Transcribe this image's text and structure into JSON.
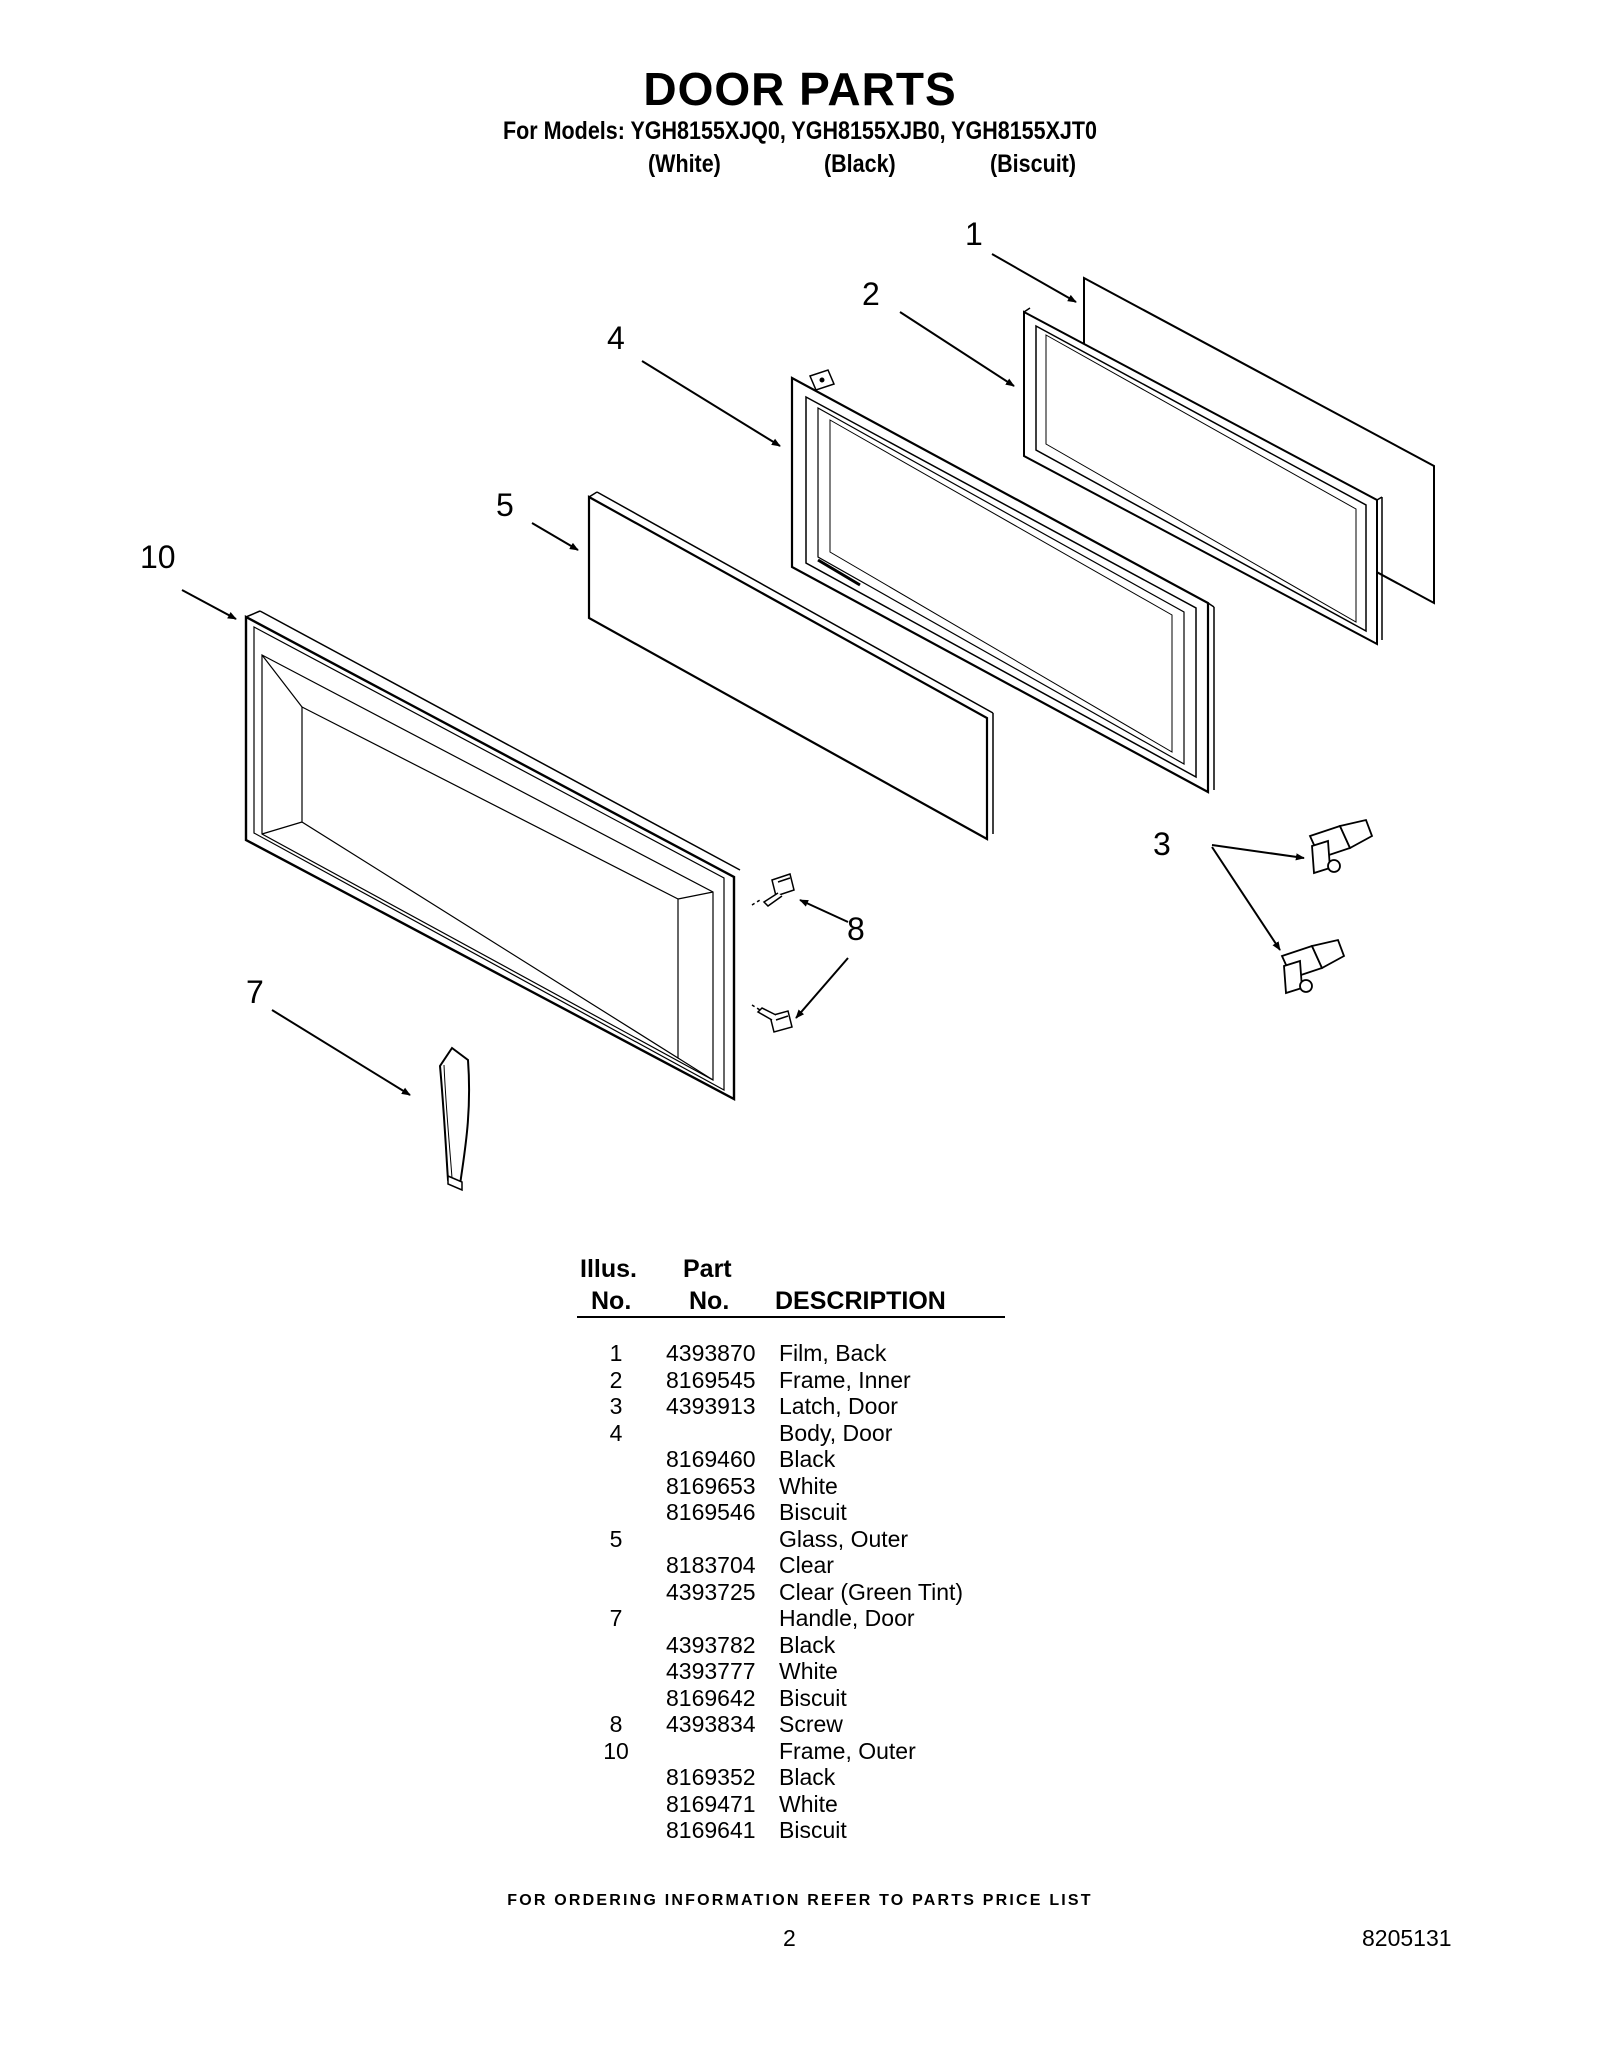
{
  "header": {
    "title": "DOOR PARTS",
    "models_line": "For Models: YGH8155XJQ0, YGH8155XJB0, YGH8155XJT0",
    "colors": [
      "(White)",
      "(Black)",
      "(Biscuit)"
    ]
  },
  "diagram": {
    "callouts": [
      "1",
      "2",
      "3",
      "4",
      "5",
      "7",
      "8",
      "10"
    ]
  },
  "table": {
    "headers": {
      "illus_top": "Illus.",
      "illus_bottom": "No.",
      "part_top": "Part",
      "part_bottom": "No.",
      "description": "DESCRIPTION"
    },
    "rows": [
      {
        "no": "1",
        "part": "4393870",
        "desc": "Film, Back"
      },
      {
        "no": "2",
        "part": "8169545",
        "desc": "Frame, Inner"
      },
      {
        "no": "3",
        "part": "4393913",
        "desc": "Latch, Door"
      },
      {
        "no": "4",
        "part": "",
        "desc": "Body, Door"
      },
      {
        "no": "",
        "part": "8169460",
        "desc": "Black"
      },
      {
        "no": "",
        "part": "8169653",
        "desc": "White"
      },
      {
        "no": "",
        "part": "8169546",
        "desc": "Biscuit"
      },
      {
        "no": "5",
        "part": "",
        "desc": "Glass, Outer"
      },
      {
        "no": "",
        "part": "8183704",
        "desc": "Clear"
      },
      {
        "no": "",
        "part": "4393725",
        "desc": "Clear (Green Tint)"
      },
      {
        "no": "7",
        "part": "",
        "desc": "Handle, Door"
      },
      {
        "no": "",
        "part": "4393782",
        "desc": "Black"
      },
      {
        "no": "",
        "part": "4393777",
        "desc": "White"
      },
      {
        "no": "",
        "part": "8169642",
        "desc": "Biscuit"
      },
      {
        "no": "8",
        "part": "4393834",
        "desc": "Screw"
      },
      {
        "no": "10",
        "part": "",
        "desc": "Frame, Outer"
      },
      {
        "no": "",
        "part": "8169352",
        "desc": "Black"
      },
      {
        "no": "",
        "part": "8169471",
        "desc": "White"
      },
      {
        "no": "",
        "part": "8169641",
        "desc": "Biscuit"
      }
    ]
  },
  "footer": {
    "ordering_note": "FOR ORDERING INFORMATION REFER TO PARTS PRICE LIST",
    "page_number": "2",
    "document_number": "8205131"
  }
}
